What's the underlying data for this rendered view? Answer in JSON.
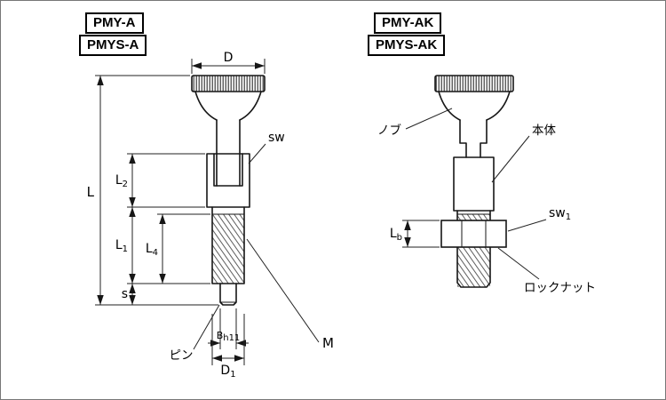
{
  "models": {
    "pmy_a": "PMY-A",
    "pmys_a": "PMYS-A",
    "pmy_ak": "PMY-AK",
    "pmys_ak": "PMYS-AK"
  },
  "dims": {
    "D": "D",
    "L": "L",
    "L2": {
      "base": "L",
      "sub": "2"
    },
    "L1": {
      "base": "L",
      "sub": "1"
    },
    "L4": {
      "base": "L",
      "sub": "4"
    },
    "s": "s",
    "B": {
      "base": "B",
      "sub": "h11"
    },
    "D1": {
      "base": "D",
      "sub": "1"
    },
    "M": "M",
    "sw": "sw",
    "sw1": {
      "base": "sw",
      "sub": "1"
    },
    "Lb": {
      "base": "L",
      "sub": "b"
    }
  },
  "callouts": {
    "knob": "ノブ",
    "body": "本体",
    "pin": "ピン",
    "locknut": "ロックナット"
  }
}
